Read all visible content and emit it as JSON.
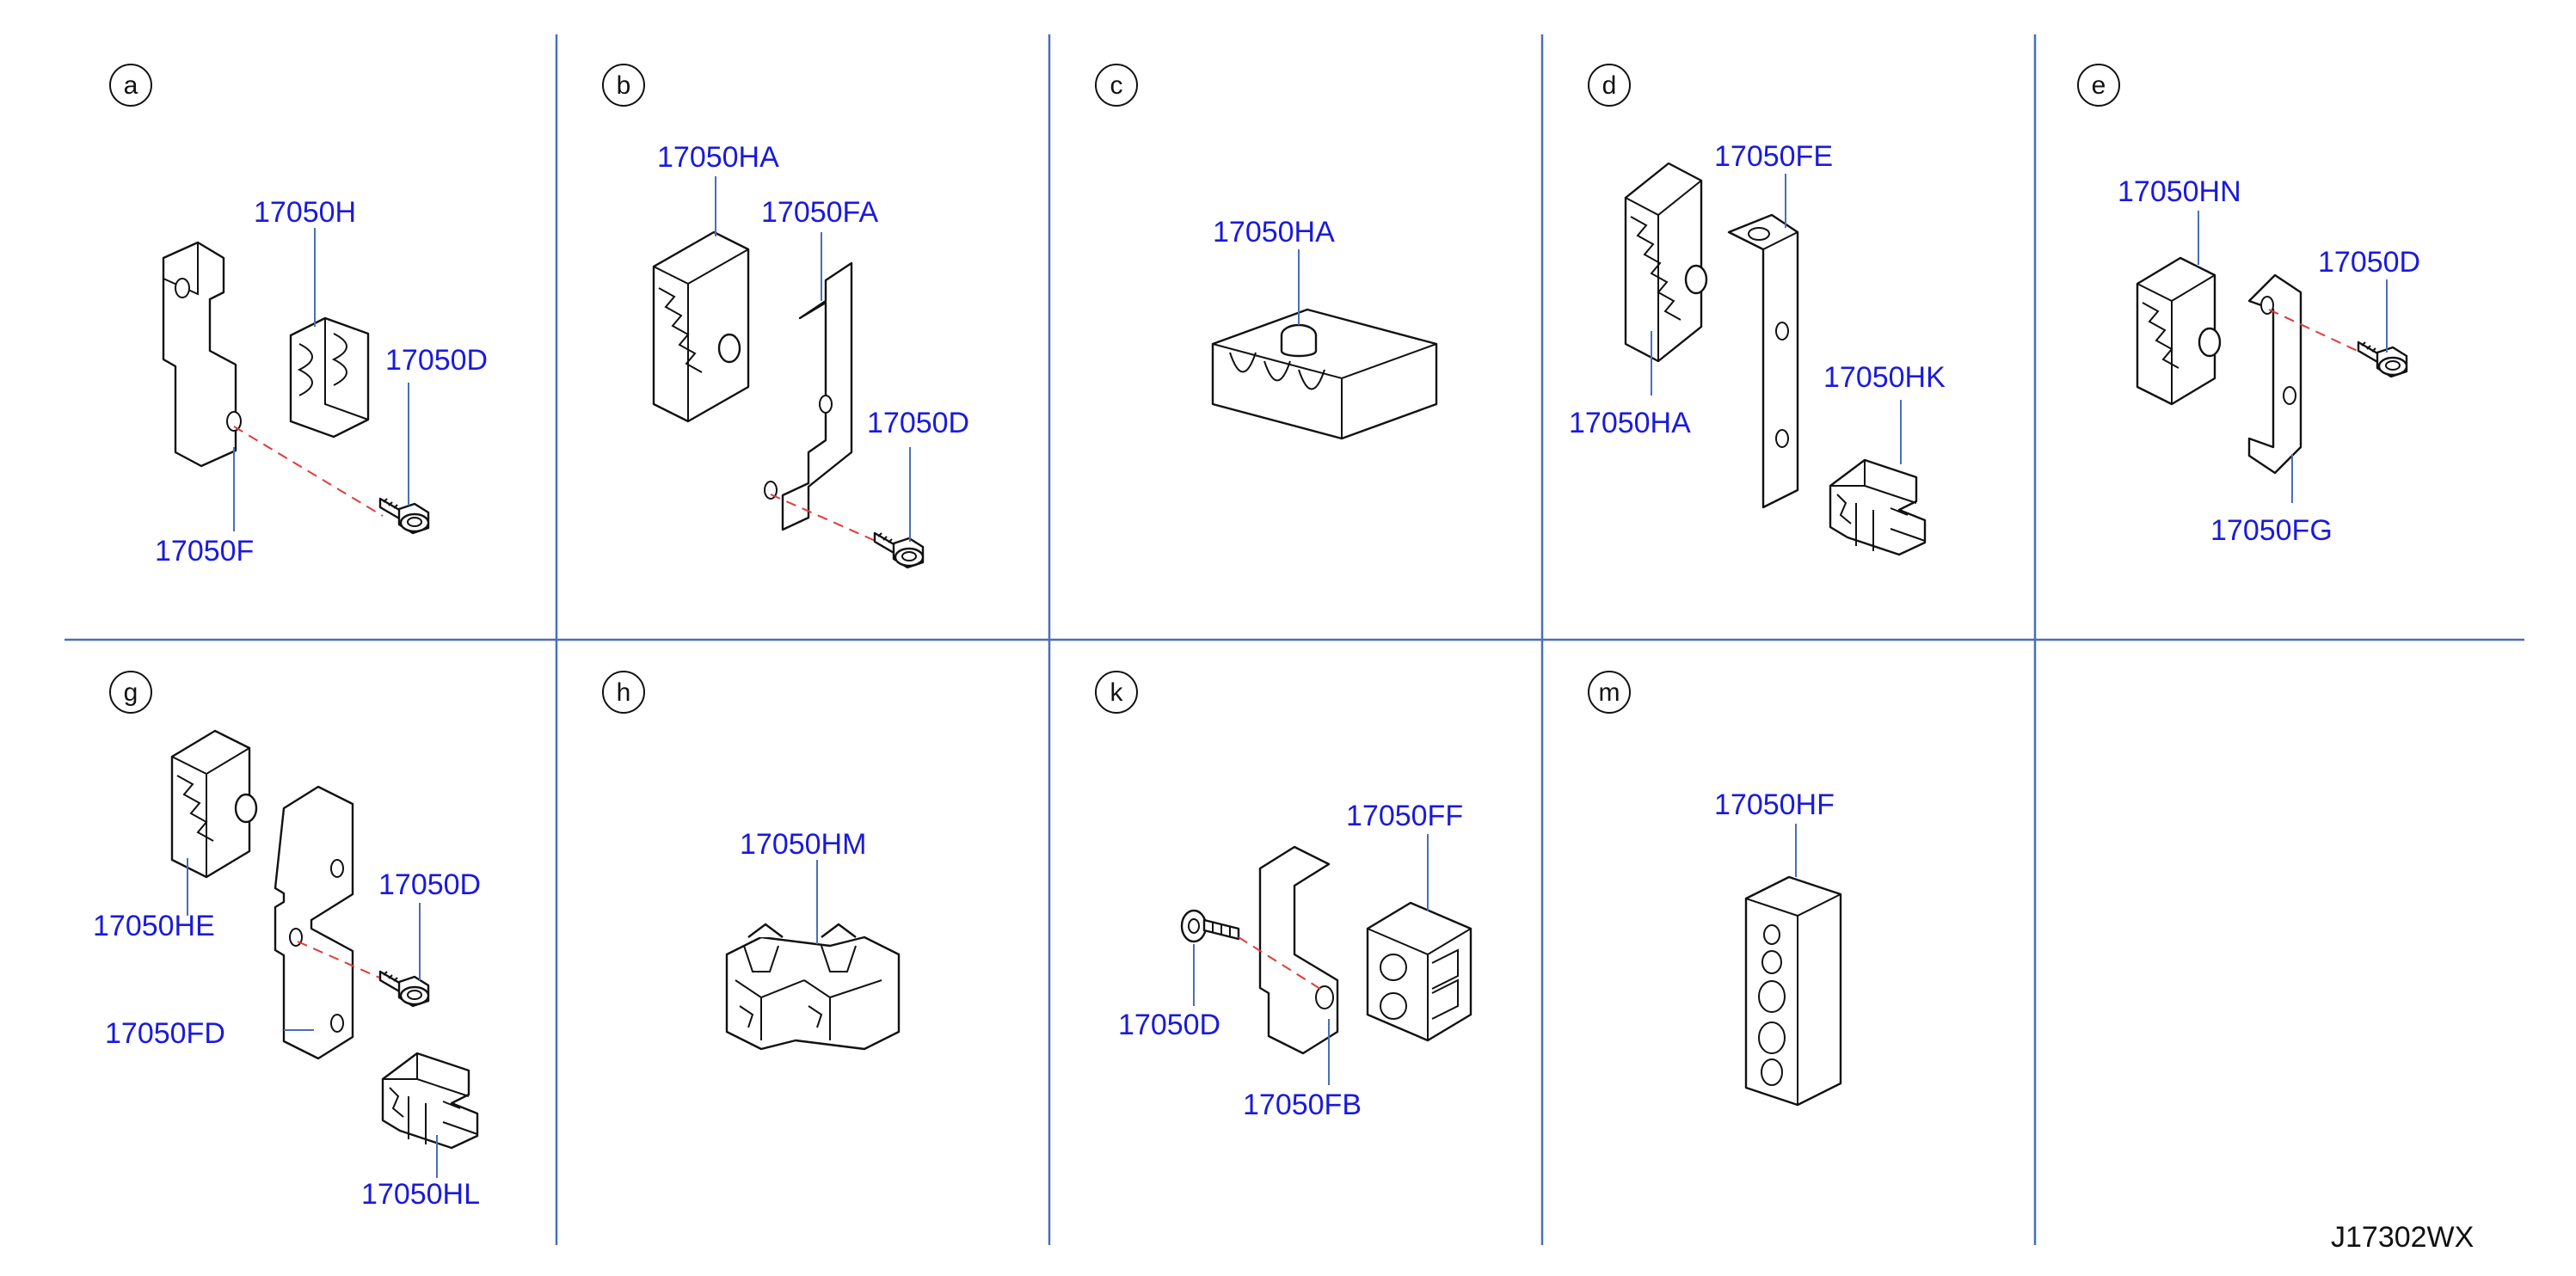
{
  "drawing_code": "J17302WX",
  "panels": [
    {
      "id": "a",
      "letter": "a",
      "labels": [
        "17050H",
        "17050D",
        "17050F"
      ]
    },
    {
      "id": "b",
      "letter": "b",
      "labels": [
        "17050HA",
        "17050FA",
        "17050D"
      ]
    },
    {
      "id": "c",
      "letter": "c",
      "labels": [
        "17050HA"
      ]
    },
    {
      "id": "d",
      "letter": "d",
      "labels": [
        "17050FE",
        "17050HA",
        "17050HK"
      ]
    },
    {
      "id": "e",
      "letter": "e",
      "labels": [
        "17050HN",
        "17050D",
        "17050FG"
      ]
    },
    {
      "id": "g",
      "letter": "g",
      "labels": [
        "17050HE",
        "17050D",
        "17050FD",
        "17050HL"
      ]
    },
    {
      "id": "h",
      "letter": "h",
      "labels": [
        "17050HM"
      ]
    },
    {
      "id": "k",
      "letter": "k",
      "labels": [
        "17050FF",
        "17050D",
        "17050FB"
      ]
    },
    {
      "id": "m",
      "letter": "m",
      "labels": [
        "17050HF"
      ]
    },
    {
      "id": "empty",
      "letter": "",
      "labels": []
    }
  ]
}
